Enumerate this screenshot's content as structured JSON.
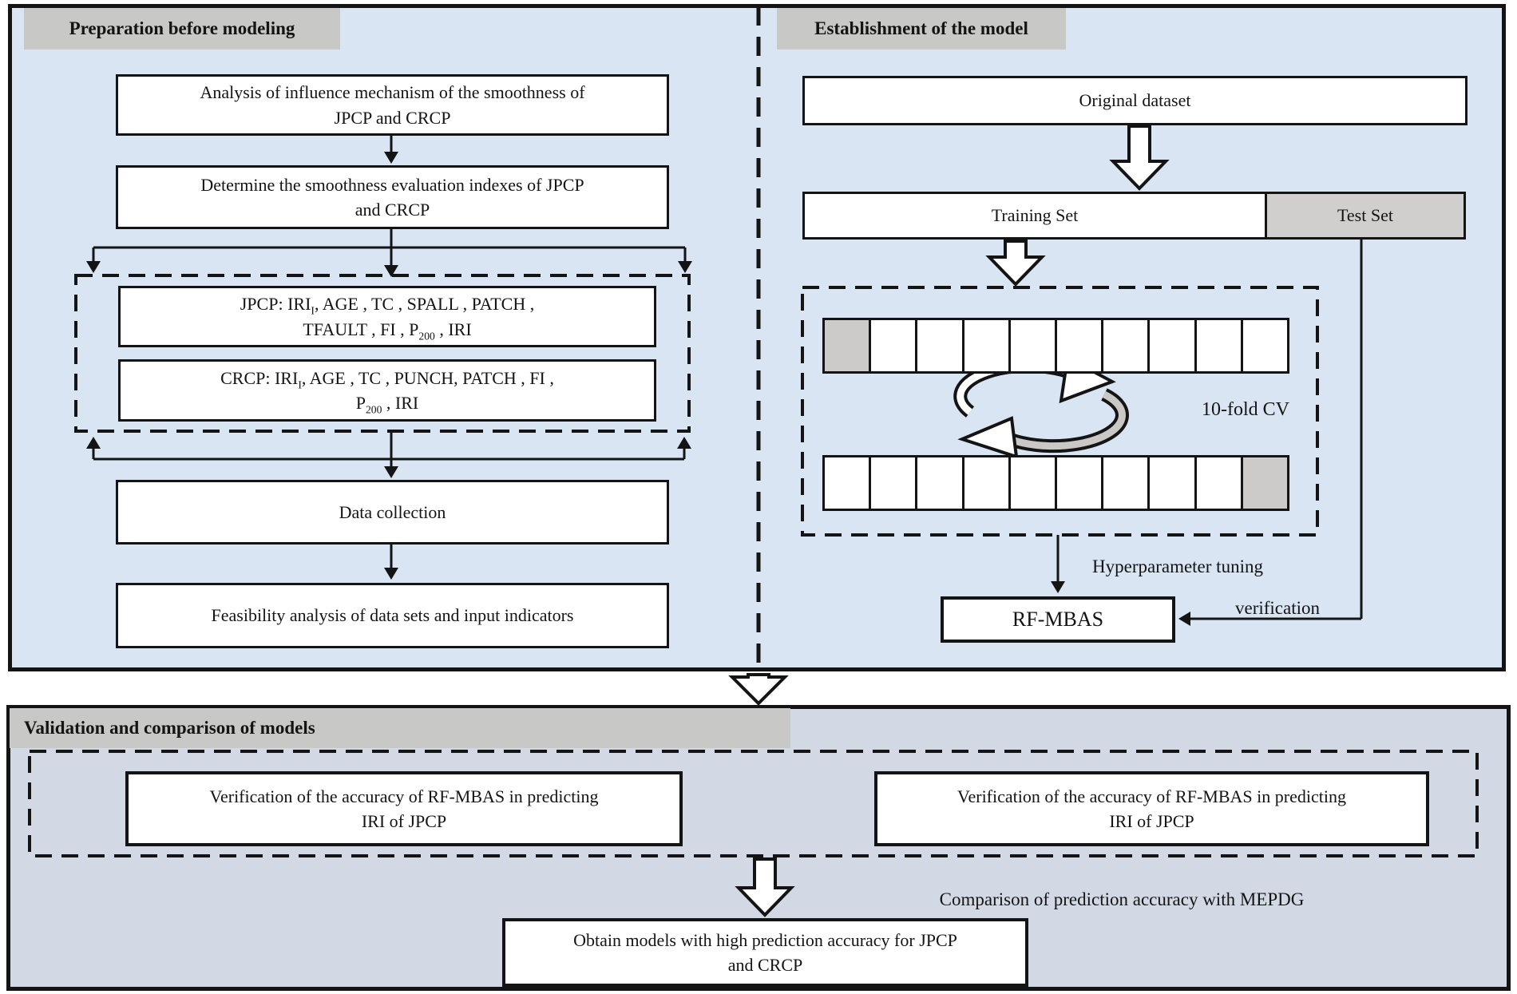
{
  "top_left": {
    "title": "Preparation before modeling",
    "analysis_box": [
      "Analysis of influence mechanism of the smoothness of",
      "JPCP and CRCP"
    ],
    "determine_box": [
      "Determine the smoothness evaluation indexes of JPCP",
      "and CRCP"
    ],
    "jpcp_box": [
      "JPCP: IRI_{I}、 AGE 、 TC 、 SPALL 、 PATCH 、",
      "TFAULT 、 FI 、 P_{200} 、 IRI"
    ],
    "crcp_box": [
      "CRCP: IRI_{I}、 AGE 、 TC 、 PUNCH、 PATCH 、 FI 、",
      "P_{200} 、 IRI"
    ],
    "data_collection_box": "Data collection",
    "feasibility_box": "Feasibility analysis of data sets and input indicators"
  },
  "top_right": {
    "title": "Establishment of the model",
    "original_dataset_box": "Original dataset",
    "training_set_box": "Training Set",
    "test_set_box": "Test Set",
    "cv_label": "10-fold CV",
    "cv_rows": [
      {
        "cells": 10,
        "gray_index": 0
      },
      {
        "cells": 10,
        "gray_index": 9
      }
    ],
    "hyperparameter_label": "Hyperparameter tuning",
    "verification_label": "verification",
    "rf_mbas_box": "RF-MBAS"
  },
  "bottom": {
    "title": "Validation and comparison of models",
    "verify_left_box": [
      "Verification of the accuracy of RF-MBAS in predicting",
      "IRI of JPCP"
    ],
    "verify_right_box": [
      "Verification of the accuracy of RF-MBAS in predicting",
      "IRI of JPCP"
    ],
    "comparison_label": "Comparison of prediction accuracy with MEPDG",
    "obtain_box": [
      "Obtain models with high prediction accuracy for JPCP",
      "and CRCP"
    ]
  },
  "colors": {
    "top_panel_bg": "#d9e5f3",
    "bottom_panel_bg": "#d2d9e4",
    "header_gray": "#c8c8c6",
    "test_set_gray": "#d0cfce",
    "cv_cell_gray": "#cccbca",
    "line": "#141414",
    "box_bg": "#ffffff"
  }
}
